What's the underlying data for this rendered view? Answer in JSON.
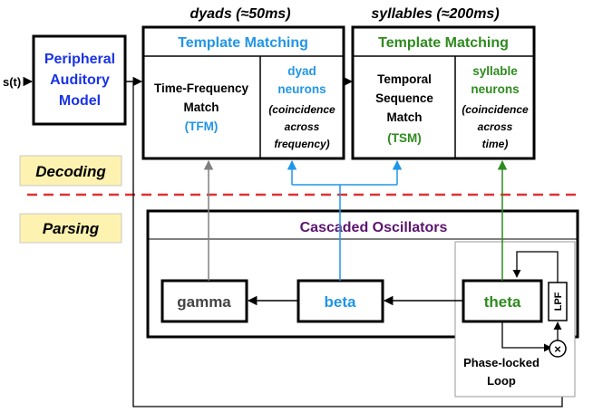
{
  "input_label": "s(t)",
  "peripheral": {
    "line1": "Peripheral",
    "line2": "Auditory",
    "line3": "Model"
  },
  "dyads_header": "dyads (≈50ms)",
  "syllables_header": "syllables (≈200ms)",
  "tm_left": {
    "title": "Template Matching",
    "match_line1": "Time-Frequency",
    "match_line2": "Match",
    "abbr": "(TFM)",
    "neurons_line1": "dyad",
    "neurons_line2": "neurons",
    "note_line1": "(coincidence",
    "note_line2": "across",
    "note_line3": "frequency)"
  },
  "tm_right": {
    "title": "Template Matching",
    "match_line1": "Temporal",
    "match_line2": "Sequence",
    "match_line3": "Match",
    "abbr": "(TSM)",
    "neurons_line1": "syllable",
    "neurons_line2": "neurons",
    "note_line1": "(coincidence",
    "note_line2": "across",
    "note_line3": "time)"
  },
  "decoding_label": "Decoding",
  "parsing_label": "Parsing",
  "oscillators_title": "Cascaded Oscillators",
  "gamma_label": "gamma",
  "beta_label": "beta",
  "theta_label": "theta",
  "lpf_label": "LPF",
  "multiply_symbol": "×",
  "pll_line1": "Phase-locked",
  "pll_line2": "Loop",
  "colors": {
    "blue": "#1a33e6",
    "cyan": "#2196e6",
    "green": "#2e8b1e",
    "purple": "#5c1470",
    "red": "#e03030",
    "gray": "#808080",
    "label_bg": "#fdf2b0"
  }
}
